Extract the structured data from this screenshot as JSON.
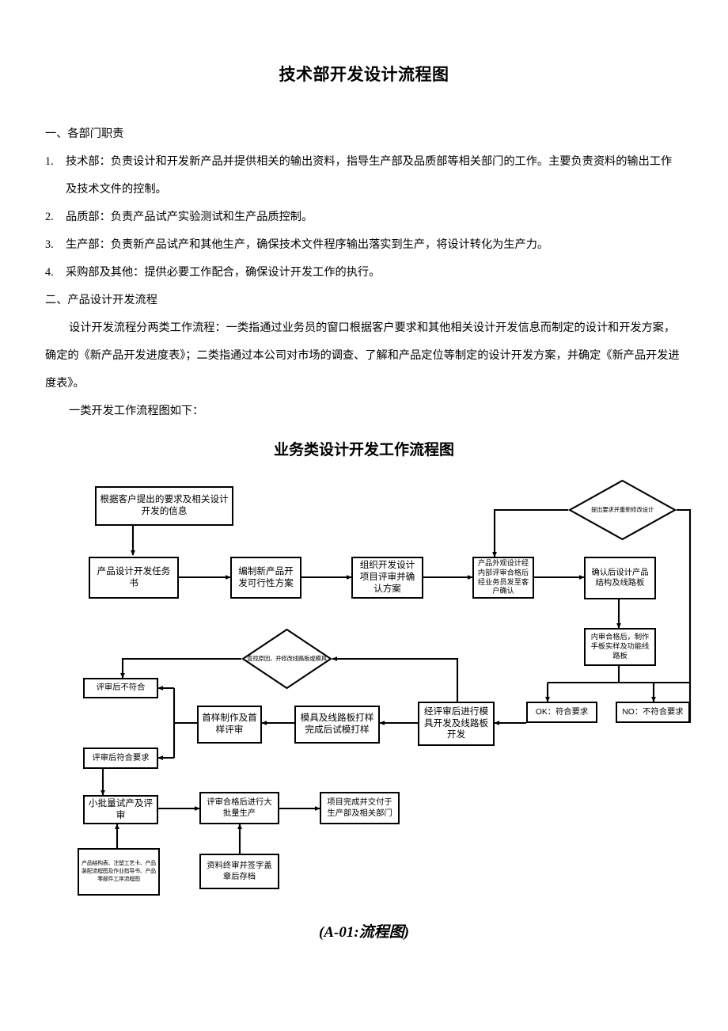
{
  "document": {
    "title": "技术部开发设计流程图",
    "section1_heading": "一、各部门职责",
    "responsibilities": [
      {
        "num": "1.",
        "text": "技术部：负责设计和开发新产品并提供相关的输出资料，指导生产部及品质部等相关部门的工作。主要负责资料的输出工作及技术文件的控制。"
      },
      {
        "num": "2.",
        "text": "品质部：负责产品试产实验测试和生产品质控制。"
      },
      {
        "num": "3.",
        "text": "生产部：负责新产品试产和其他生产，确保技术文件程序输出落实到生产，将设计转化为生产力。"
      },
      {
        "num": "4.",
        "text": "采购部及其他：提供必要工作配合，确保设计开发工作的执行。"
      }
    ],
    "section2_heading": "二、产品设计开发流程",
    "paragraph1": "设计开发流程分两类工作流程：一类指通过业务员的窗口根据客户要求和其他相关设计开发信息而制定的设计和开发方案，确定的《新产品开发进度表》；二类指通过本公司对市场的调查、了解和产品定位等制定的设计开发方案，并确定《新产品开发进度表》。",
    "paragraph2": "一类开发工作流程图如下：",
    "chart_heading": "业务类设计开发工作流程图",
    "caption": "(A-01:流程图)"
  },
  "flowchart": {
    "nodes": {
      "customer_req": "根据客户提出的要求及相关设计开发的信息",
      "task_book": "产品设计开发任务书",
      "feasibility": "编制新产品开发可行性方案",
      "review_plan": "组织开发设计项目评审并确认方案",
      "appearance": "产品外观设计经内部评审合格后经业务员发至客户确认",
      "confirm_structure": "确认后设计产品结构及线路板",
      "revise_design": "提出要求并重新修改设计",
      "handboard": "内审合格后，制作手板实样及功能线路板",
      "ok_branch": "OK：符合要求",
      "no_branch": "NO：不符合要求",
      "mold_dev": "经评审后进行模具开发及线路板开发",
      "trial_mold": "模具及线路板打样完成后试模打样",
      "first_sample": "首样制作及首样评审",
      "find_cause": "查找原因，并修改线路板或模具",
      "review_fail": "评审后不符合",
      "review_pass": "评审后符合要求",
      "small_batch": "小批量试产及评审",
      "mass_production": "评审合格后进行大批量生产",
      "project_done": "项目完成并交付于生产部及相关部门",
      "documents": "产品结构表、注塑工艺卡、产品装配流程图及作业指导书、产品零部件工序流程图",
      "archive": "资料终审并签字盖章后存档"
    },
    "colors": {
      "line": "#000000",
      "node_fill": "#ffffff",
      "text": "#000000"
    }
  }
}
